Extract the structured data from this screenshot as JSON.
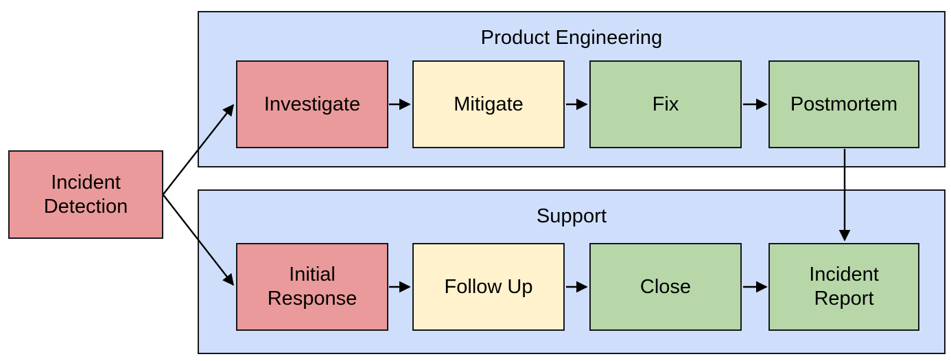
{
  "diagram": {
    "type": "flowchart",
    "title": "",
    "colors": {
      "lane_fill": "#cfdffb",
      "red_fill": "#ea9a9a",
      "yellow_fill": "#fff2cd",
      "green_fill": "#b7d7a8",
      "stroke": "#16161d",
      "background": "#ffffff"
    },
    "start_node": {
      "label": "Incident\nDetection",
      "color": "red"
    },
    "lanes": [
      {
        "id": "product-engineering",
        "title": "Product Engineering",
        "nodes": [
          {
            "id": "investigate",
            "label": "Investigate",
            "color": "red"
          },
          {
            "id": "mitigate",
            "label": "Mitigate",
            "color": "yellow"
          },
          {
            "id": "fix",
            "label": "Fix",
            "color": "green"
          },
          {
            "id": "postmortem",
            "label": "Postmortem",
            "color": "green"
          }
        ]
      },
      {
        "id": "support",
        "title": "Support",
        "nodes": [
          {
            "id": "initial-response",
            "label": "Initial\nResponse",
            "color": "red"
          },
          {
            "id": "follow-up",
            "label": "Follow Up",
            "color": "yellow"
          },
          {
            "id": "close",
            "label": "Close",
            "color": "green"
          },
          {
            "id": "incident-report",
            "label": "Incident\nReport",
            "color": "green"
          }
        ]
      }
    ],
    "edges": [
      {
        "from": "incident-detection",
        "to": "investigate"
      },
      {
        "from": "incident-detection",
        "to": "initial-response"
      },
      {
        "from": "investigate",
        "to": "mitigate"
      },
      {
        "from": "mitigate",
        "to": "fix"
      },
      {
        "from": "fix",
        "to": "postmortem"
      },
      {
        "from": "postmortem",
        "to": "incident-report"
      },
      {
        "from": "initial-response",
        "to": "follow-up"
      },
      {
        "from": "follow-up",
        "to": "close"
      },
      {
        "from": "close",
        "to": "incident-report"
      }
    ]
  }
}
